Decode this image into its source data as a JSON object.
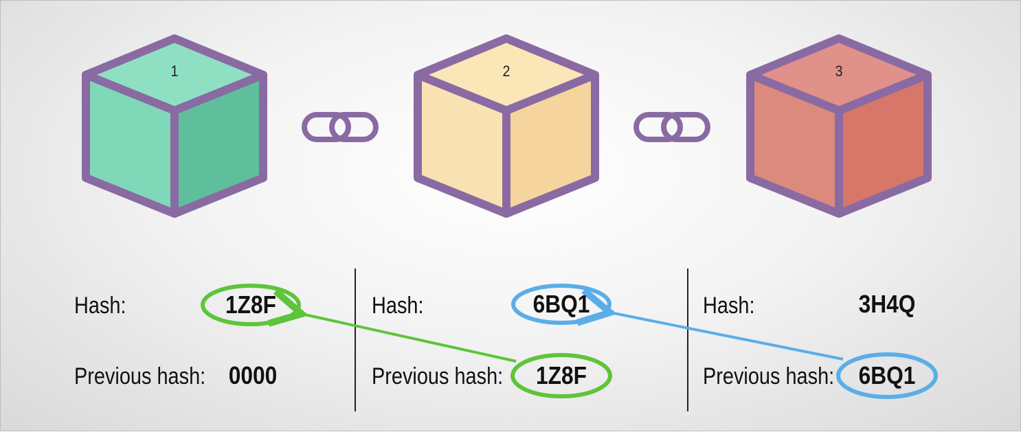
{
  "blocks": [
    {
      "number": "1",
      "hash_label": "Hash:",
      "hash": "1Z8F",
      "prev_label": "Previous hash:",
      "prev_hash": "0000"
    },
    {
      "number": "2",
      "hash_label": "Hash:",
      "hash": "6BQ1",
      "prev_label": "Previous hash:",
      "prev_hash": "1Z8F"
    },
    {
      "number": "3",
      "hash_label": "Hash:",
      "hash": "3H4Q",
      "prev_label": "Previous hash:",
      "prev_hash": "6BQ1"
    }
  ],
  "colors": {
    "outline": "#8a6aa3",
    "block1": "#7fd8b8",
    "block2": "#f8dda6",
    "block3": "#db8276",
    "link_green": "#5ec43c",
    "link_blue": "#5aaee8",
    "divider": "#222222"
  }
}
